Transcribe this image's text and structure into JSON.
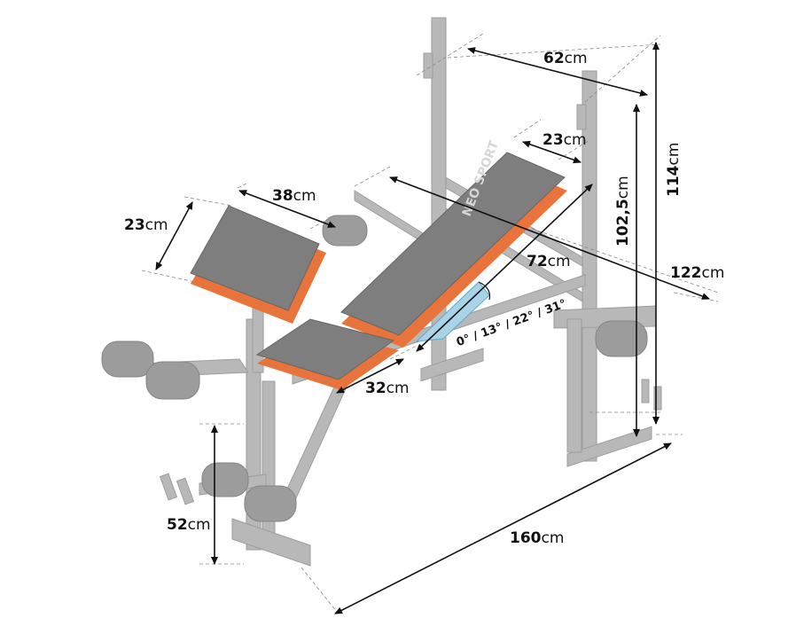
{
  "brand_text": "NEO SPORT",
  "unit": "cm",
  "dimensions": {
    "width_top": "62",
    "height_total": "114",
    "rack_width": "23",
    "rack_height": "102,5",
    "preacher_width": "38",
    "preacher_depth": "23",
    "backrest_length": "72",
    "length_depth": "122",
    "seat_length": "32",
    "leg_height": "52",
    "total_length": "160"
  },
  "angles": "0° / 13° / 22° / 31°",
  "colors": {
    "frame": "#b5b5b5",
    "frame_dark": "#9a9a9a",
    "pad": "#7e7e7e",
    "pad_dark": "#6a6a6a",
    "accent": "#e8743b",
    "angle_fill": "#a9d3e6"
  }
}
